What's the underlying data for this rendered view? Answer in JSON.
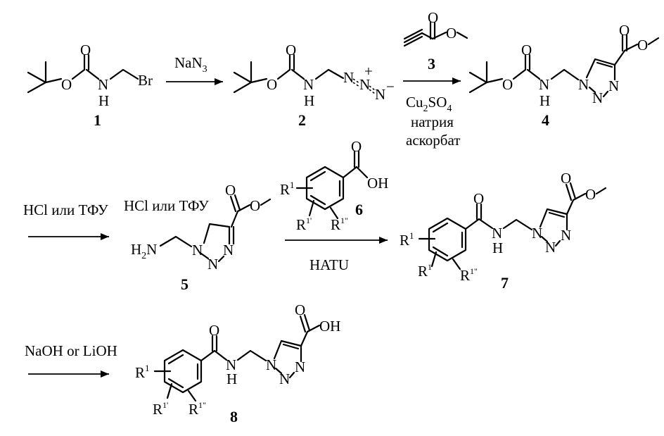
{
  "steps": [
    {
      "reagent_above": "NaN",
      "reagent_above_sub": "3"
    },
    {
      "reagent_name_top": "3",
      "reagent_below_1a": "Cu",
      "reagent_below_1sub": "2",
      "reagent_below_1b": "SO",
      "reagent_below_1sub2": "4",
      "reagent_below_2": "натрия",
      "reagent_below_3": "аскорбат"
    },
    {
      "reagent_above": "HCl или ТФУ"
    },
    {
      "reagent_above_name": "6",
      "reagent_below": "HATU"
    },
    {
      "reagent_above": "NaOH or LiOH"
    }
  ],
  "compounds": [
    {
      "number": "1"
    },
    {
      "number": "2"
    },
    {
      "number": "4"
    },
    {
      "number": "5",
      "salt": "HCl или ТФУ"
    },
    {
      "number": "7"
    },
    {
      "number": "8"
    }
  ],
  "atoms": {
    "O": "O",
    "N": "N",
    "H": "H",
    "Br": "Br",
    "OH": "OH",
    "H2N_H": "H",
    "H2N_2": "2",
    "H2N_N": "N",
    "plus": "+",
    "minus": "−",
    "R1_R": "R",
    "R1_1": "1",
    "R1p_R": "R",
    "R1p_1": "1'",
    "R1pp_R": "R",
    "R1pp_1": "1\""
  }
}
